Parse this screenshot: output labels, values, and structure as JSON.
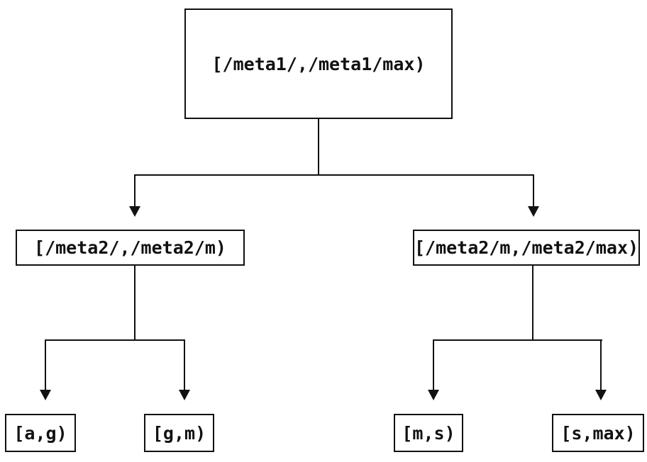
{
  "diagram": {
    "type": "tree",
    "colors": {
      "line": "#111111",
      "background": "#ffffff"
    },
    "nodes": {
      "root": "[/meta1/,/meta1/max)",
      "level2_left": "[/meta2/,/meta2/m)",
      "level2_right": "[/meta2/m,/meta2/max)",
      "leaf_1": "[a,g)",
      "leaf_2": "[g,m)",
      "leaf_3": "[m,s)",
      "leaf_4": "[s,max)"
    }
  }
}
